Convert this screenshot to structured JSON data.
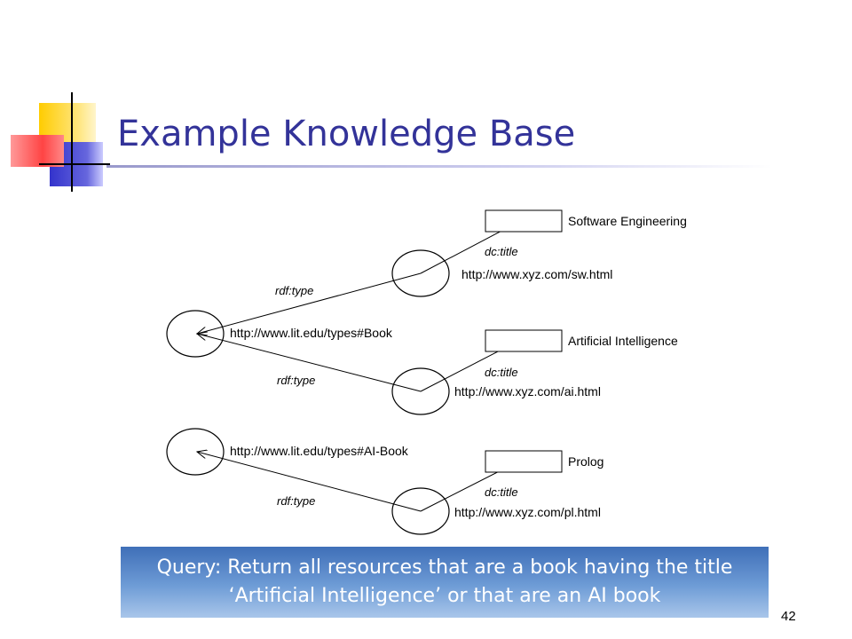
{
  "slide": {
    "title": "Example Knowledge Base",
    "number": "42"
  },
  "colors": {
    "title": "#333399",
    "deco_yellow": "#ffcc00",
    "deco_blue": "#3333cc",
    "deco_red": "#ff6666",
    "query_bg": "#5b87c9",
    "query_text": "#ffffff"
  },
  "diagram": {
    "groups": [
      {
        "type_edge_label": "rdf:type",
        "type_uri": "http://www.lit.edu/types#Book",
        "resources": [
          {
            "uri": "http://www.xyz.com/sw.html",
            "edge_label": "dc:title",
            "literal": "Software Engineering"
          },
          {
            "uri": "http://www.xyz.com/ai.html",
            "edge_label": "dc:title",
            "literal": "Artificial Intelligence"
          }
        ],
        "second_type_edge_label": "rdf:type"
      },
      {
        "type_edge_label": "rdf:type",
        "type_uri": "http://www.lit.edu/types#AI-Book",
        "resources": [
          {
            "uri": "http://www.xyz.com/pl.html",
            "edge_label": "dc:title",
            "literal": "Prolog"
          }
        ]
      }
    ]
  },
  "query": {
    "text": "Query: Return all resources that are a book having the title ‘Artificial Intelligence’ or that are an AI book"
  }
}
